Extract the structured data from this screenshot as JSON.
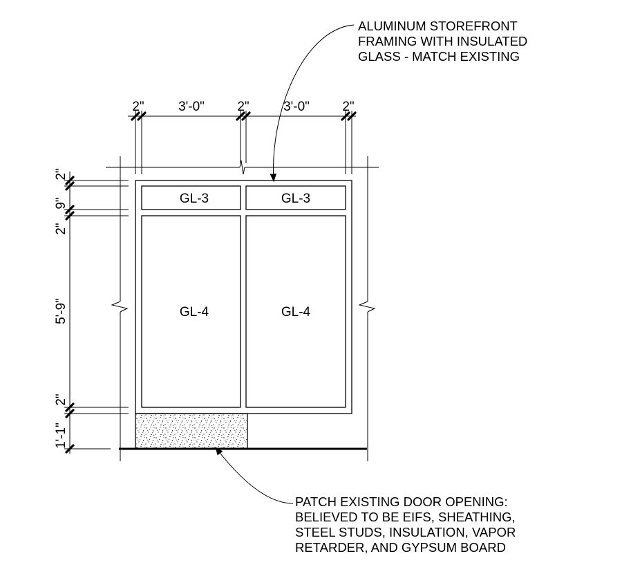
{
  "panels": {
    "transom_left": "GL-3",
    "transom_right": "GL-3",
    "main_left": "GL-4",
    "main_right": "GL-4"
  },
  "dimensions": {
    "horizontal": [
      "2\"",
      "3'-0\"",
      "2\"",
      "3'-0\"",
      "2\""
    ],
    "vertical": [
      "2\"",
      "9\"",
      "2\"",
      "5'-9\"",
      "2\"",
      "1'-1\""
    ]
  },
  "notes": {
    "storefront": [
      "ALUMINUM STOREFRONT",
      "FRAMING WITH INSULATED",
      "GLASS - MATCH EXISTING"
    ],
    "patch": [
      "PATCH EXISTING DOOR OPENING:",
      "BELIEVED TO BE EIFS, SHEATHING,",
      "STEEL STUDS, INSULATION, VAPOR",
      "RETARDER, AND GYPSUM BOARD"
    ]
  }
}
